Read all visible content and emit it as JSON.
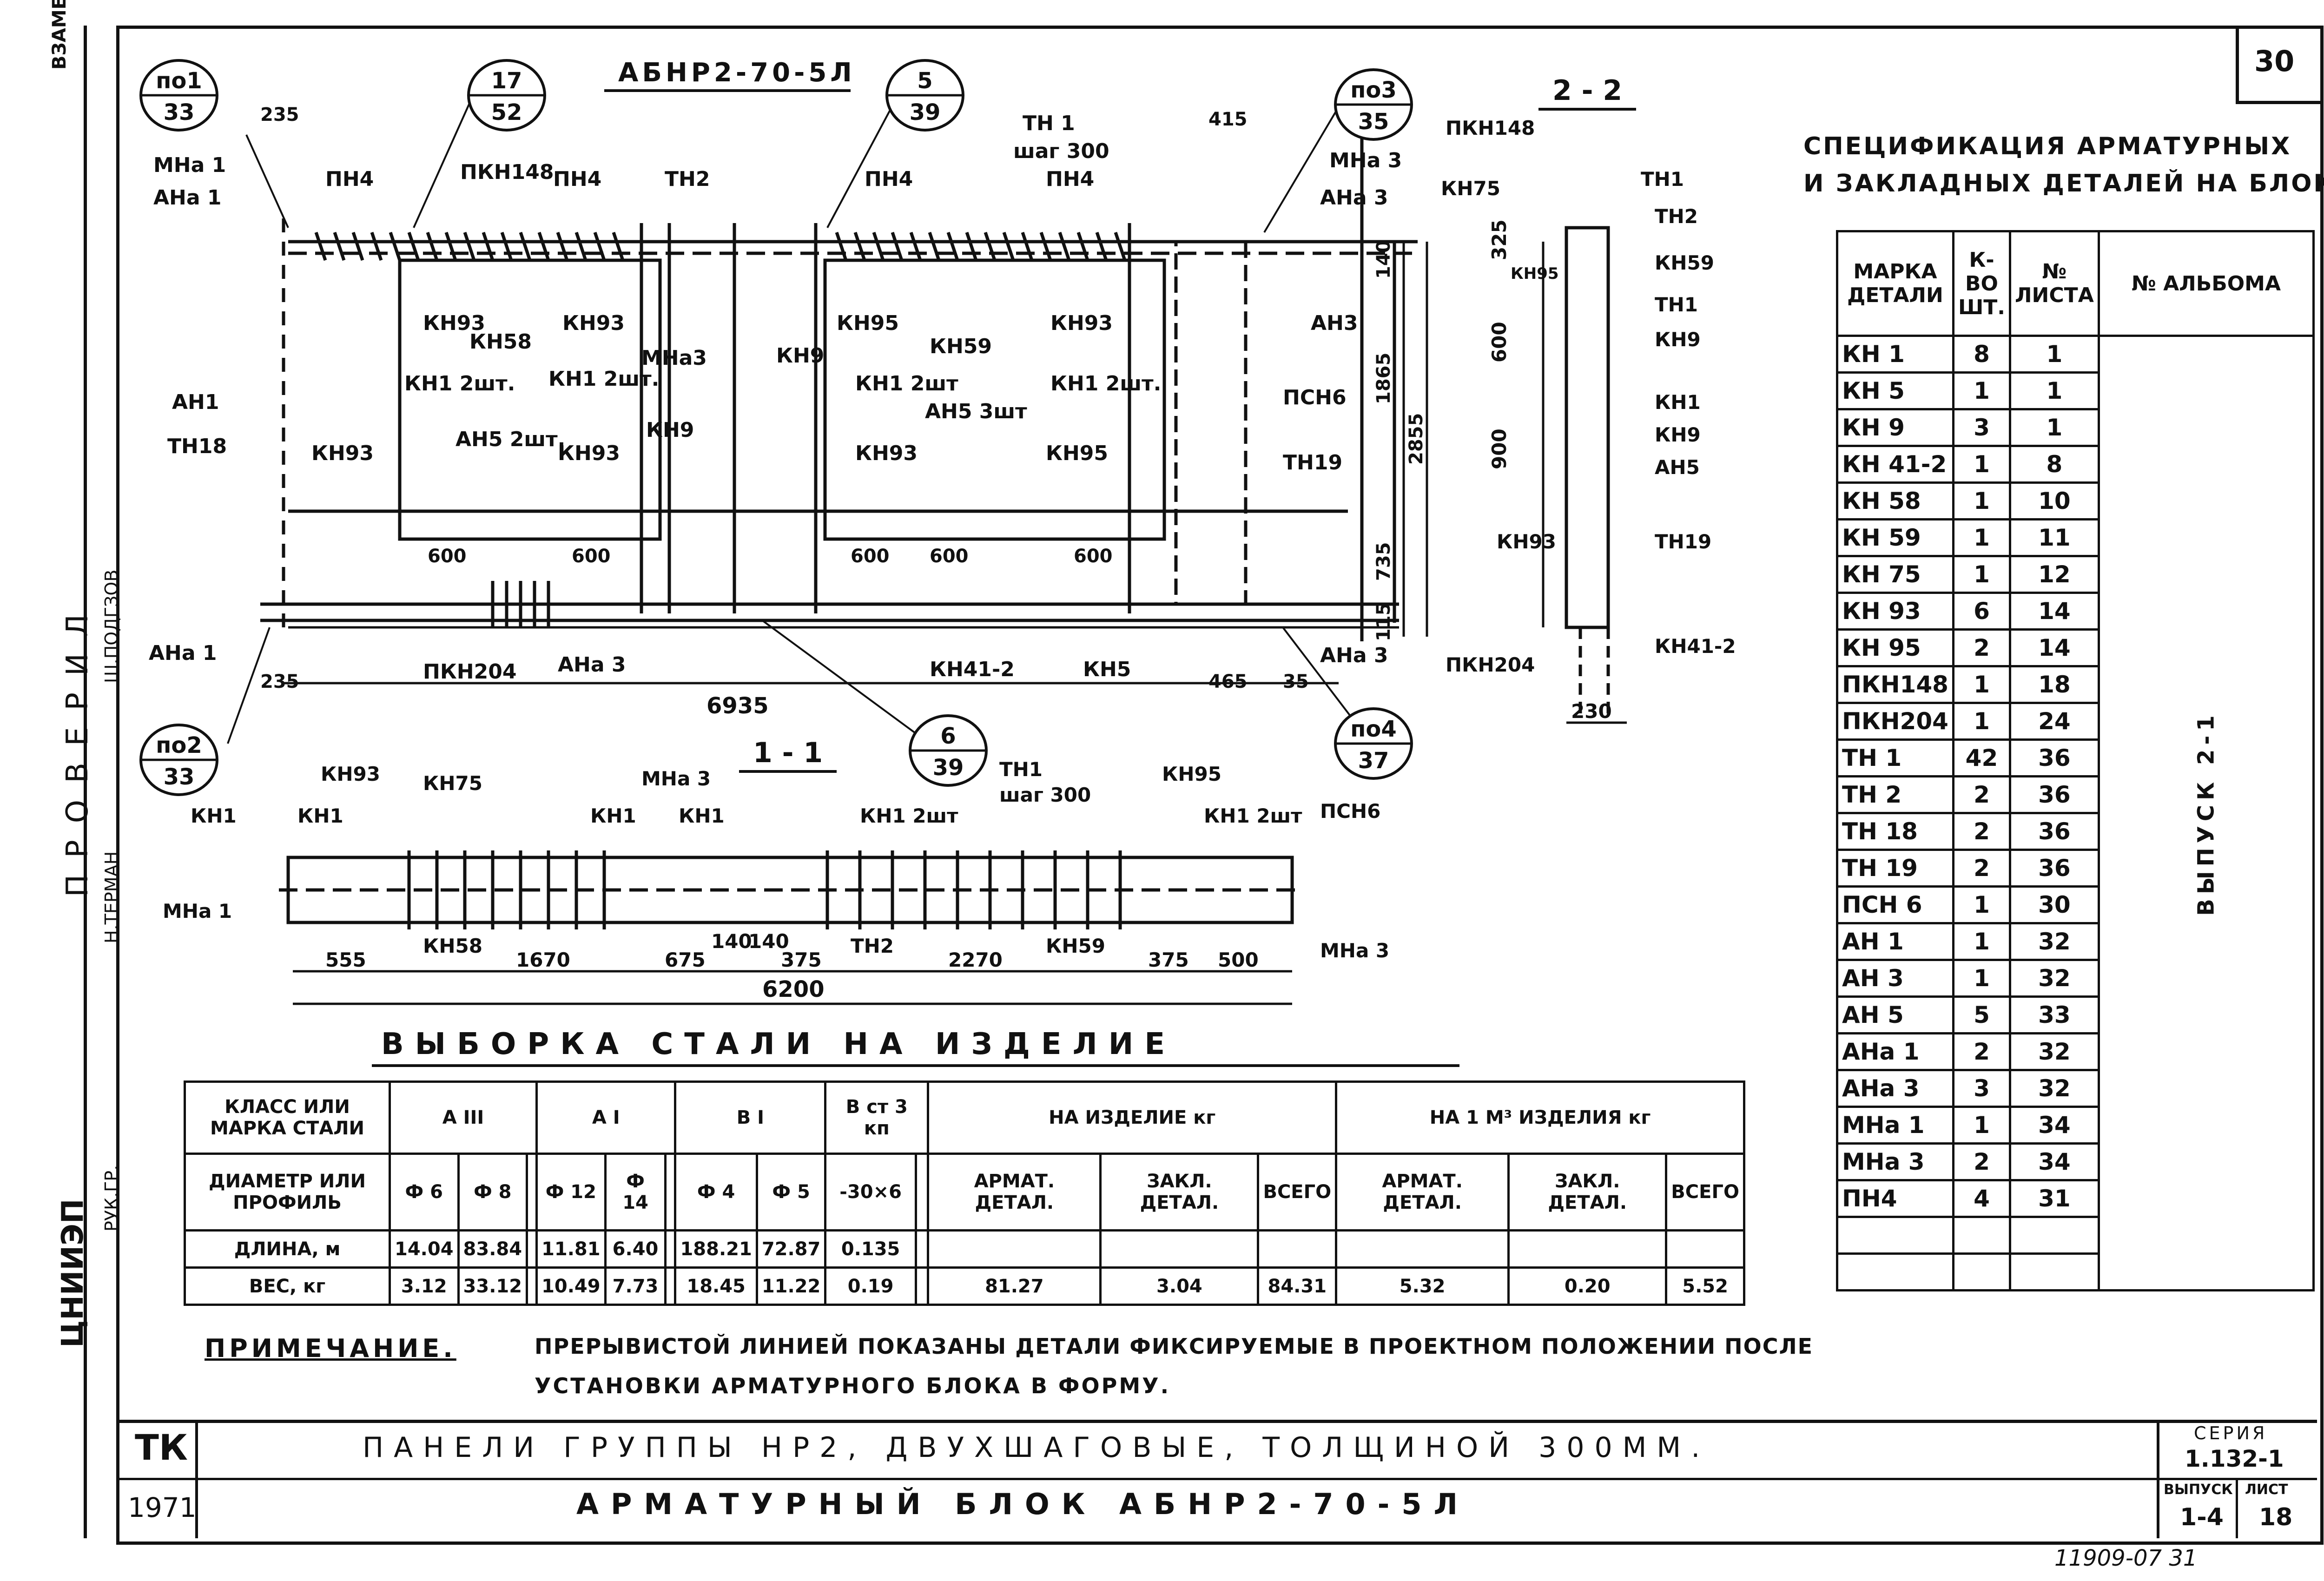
{
  "sheet_number": "30",
  "footer_handwritten": "11909-07  31",
  "side_stamp": {
    "vzamen": "ВЗАМЕН",
    "proveril": "ПРОВЕРИЛ",
    "podgotovil": "Ш.ПОДГЗОВ",
    "nachalnik": "Н.ТЕРМАН",
    "group_head": "РУК.ГР.",
    "institute": "ЦНИИЭП"
  },
  "drawing": {
    "block_title": "АБНР2-70-5Л",
    "section_2_2": "2 - 2",
    "section_1_1": "1 - 1",
    "circles": [
      {
        "top": "по1",
        "bottom": "33"
      },
      {
        "top": "17",
        "bottom": "52"
      },
      {
        "top": "5",
        "bottom": "39"
      },
      {
        "top": "по3",
        "bottom": "35"
      },
      {
        "top": "по2",
        "bottom": "33"
      },
      {
        "top": "6",
        "bottom": "39"
      },
      {
        "top": "по4",
        "bottom": "37"
      }
    ],
    "labels_top": [
      "МНа 1",
      "АНа 1",
      "ПН4",
      "ПКН148",
      "ПН4",
      "ТН2",
      "ПН4",
      "ТН 1",
      "шаг 300",
      "ПН4",
      "МНа 3",
      "АНа 3",
      "КН93",
      "КН58",
      "КН93",
      "МНа3",
      "КН9",
      "КН95",
      "КН59",
      "КН93",
      "АН3",
      "АН1",
      "КН1 2шт.",
      "КН1 2шт.",
      "КН1 2шт",
      "КН1 2шт.",
      "АН5 2шт.",
      "АН5 3шт",
      "ПСН6",
      "ТН18",
      "КН93",
      "КН93",
      "КН9",
      "КН93",
      "КН95",
      "ТН19",
      "АНа 1",
      "ПКН204",
      "АНа 3",
      "КН41-2",
      "КН5",
      "АНа 3"
    ],
    "dims_top": [
      "235",
      "415",
      "140",
      "1865",
      "2855",
      "735",
      "600",
      "600",
      "600",
      "600",
      "600",
      "115",
      "235",
      "465",
      "35",
      "6935"
    ],
    "labels_2_2": [
      "ПКН148",
      "КН75",
      "КН95",
      "ТН1",
      "ТН2",
      "КН59",
      "ТН1",
      "КН9",
      "КН1",
      "КН9",
      "АН5",
      "КН93",
      "ТН19",
      "ПКН204",
      "КН41-2"
    ],
    "dims_2_2": [
      "325",
      "600",
      "900",
      "230"
    ],
    "labels_1_1": [
      "КН1",
      "КН1",
      "КН93",
      "КН75",
      "КН1",
      "МНа 3",
      "КН1",
      "КН1 2шт",
      "ТН1",
      "шаг 300",
      "КН95",
      "КН1 2шт",
      "ПСН6",
      "МНа 1",
      "КН58",
      "ТН2",
      "КН59",
      "МНа 3"
    ],
    "dims_1_1": [
      "555",
      "1670",
      "675",
      "140",
      "140",
      "375",
      "2270",
      "375",
      "500",
      "6200"
    ]
  },
  "spec_table": {
    "title_line1": "СПЕЦИФИКАЦИЯ АРМАТУРНЫХ",
    "title_line2": "И ЗАКЛАДНЫХ ДЕТАЛЕЙ НА БЛОК",
    "headers": [
      "МАРКА ДЕТАЛИ",
      "К-ВО ШТ.",
      "№ ЛИСТА",
      "№ АЛЬБОМА"
    ],
    "album": "ВЫПУСК 2-1",
    "rows": [
      [
        "КН 1",
        "8",
        "1"
      ],
      [
        "КН 5",
        "1",
        "1"
      ],
      [
        "КН 9",
        "3",
        "1"
      ],
      [
        "КН 41-2",
        "1",
        "8"
      ],
      [
        "КН 58",
        "1",
        "10"
      ],
      [
        "КН 59",
        "1",
        "11"
      ],
      [
        "КН 75",
        "1",
        "12"
      ],
      [
        "КН 93",
        "6",
        "14"
      ],
      [
        "КН 95",
        "2",
        "14"
      ],
      [
        "ПКН148",
        "1",
        "18"
      ],
      [
        "ПКН204",
        "1",
        "24"
      ],
      [
        "ТН 1",
        "42",
        "36"
      ],
      [
        "ТН 2",
        "2",
        "36"
      ],
      [
        "ТН 18",
        "2",
        "36"
      ],
      [
        "ТН 19",
        "2",
        "36"
      ],
      [
        "ПСН 6",
        "1",
        "30"
      ],
      [
        "АН 1",
        "1",
        "32"
      ],
      [
        "АН 3",
        "1",
        "32"
      ],
      [
        "АН 5",
        "5",
        "33"
      ],
      [
        "АНа 1",
        "2",
        "32"
      ],
      [
        "АНа 3",
        "3",
        "32"
      ],
      [
        "МНа 1",
        "1",
        "34"
      ],
      [
        "МНа 3",
        "2",
        "34"
      ],
      [
        "ПН4",
        "4",
        "31"
      ],
      [
        "",
        "",
        ""
      ],
      [
        "",
        "",
        ""
      ]
    ]
  },
  "steel_table": {
    "title": "ВЫБОРКА СТАЛИ НА ИЗДЕЛИЕ",
    "class_label": "КЛАСС ИЛИ МАРКА СТАЛИ",
    "groups": [
      "А III",
      "А I",
      "В I",
      "В ст 3 кп",
      "НА ИЗДЕЛИЕ кг",
      "НА 1 М³ ИЗДЕЛИЯ кг"
    ],
    "diam_label": "ДИАМЕТР ИЛИ ПРОФИЛЬ",
    "diameters": [
      "Ф 6",
      "Ф 8",
      "",
      "Ф 12",
      "Ф 14",
      "",
      "Ф 4",
      "Ф 5",
      "-30×6",
      "",
      "АРМАТ. ДЕТАЛ.",
      "ЗАКЛ. ДЕТАЛ.",
      "ВСЕГО",
      "АРМАТ. ДЕТАЛ.",
      "ЗАКЛ. ДЕТАЛ.",
      "ВСЕГО"
    ],
    "length_label": "ДЛИНА, м",
    "lengths": [
      "14.04",
      "83.84",
      "",
      "11.81",
      "6.40",
      "",
      "188.21",
      "72.87",
      "0.135",
      "",
      "",
      "",
      "",
      "",
      "",
      ""
    ],
    "weight_label": "ВЕС, кг",
    "weights": [
      "3.12",
      "33.12",
      "",
      "10.49",
      "7.73",
      "",
      "18.45",
      "11.22",
      "0.19",
      "",
      "81.27",
      "3.04",
      "84.31",
      "5.32",
      "0.20",
      "5.52"
    ]
  },
  "note": {
    "label": "ПРИМЕЧАНИЕ.",
    "line1": "ПРЕРЫВИСТОЙ ЛИНИЕЙ ПОКАЗАНЫ ДЕТАЛИ ФИКСИРУЕМЫЕ В ПРОЕКТНОМ ПОЛОЖЕНИИ ПОСЛЕ",
    "line2": "УСТАНОВКИ АРМАТУРНОГО БЛОКА В ФОРМУ."
  },
  "title_block": {
    "code": "ТК",
    "year": "1971",
    "line1": "ПАНЕЛИ ГРУППЫ НР2, ДВУХШАГОВЫЕ, ТОЛЩИНОЙ 300ММ.",
    "line2": "АРМАТУРНЫЙ БЛОК АБНР2-70-5Л",
    "series_label": "СЕРИЯ",
    "series": "1.132-1",
    "vypusk_label": "ВЫПУСК",
    "vypusk": "1-4",
    "list_label": "ЛИСТ",
    "list": "18"
  }
}
